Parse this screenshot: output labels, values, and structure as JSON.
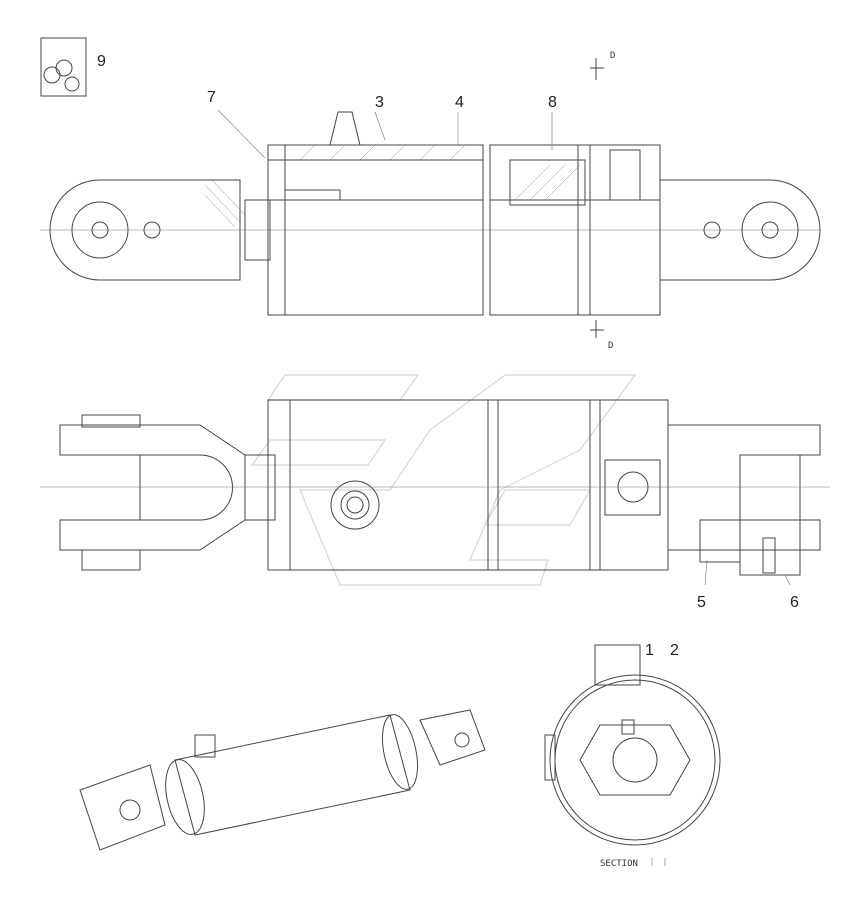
{
  "callouts": {
    "c1": "1",
    "c2": "2",
    "c3": "3",
    "c4": "4",
    "c5": "5",
    "c6": "6",
    "c7": "7",
    "c8": "8",
    "c9": "9"
  },
  "section_marks": {
    "top": "D",
    "bottom": "D"
  },
  "section_label": "SECTION"
}
